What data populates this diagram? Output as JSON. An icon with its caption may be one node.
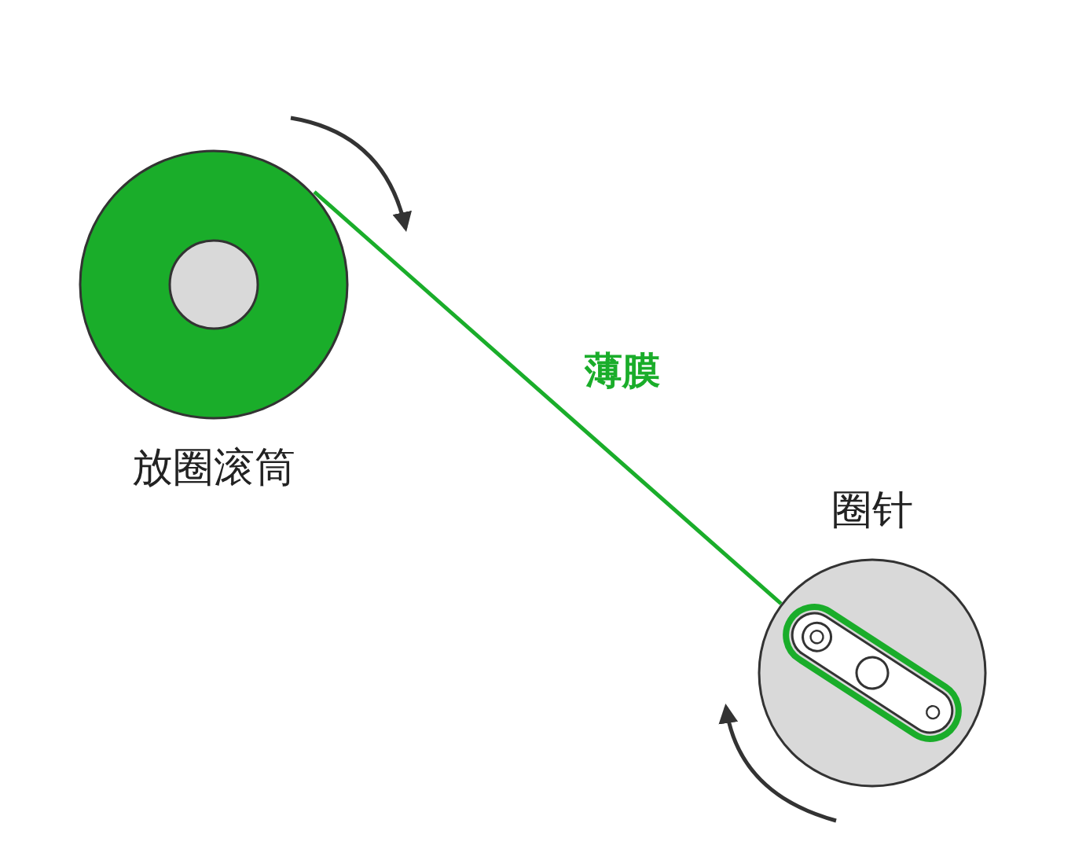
{
  "diagram": {
    "nodes": [
      {
        "text": [
          "放圈滚筒"
        ]
      },
      {
        "text": [
          "圈针"
        ]
      }
    ],
    "edges": [
      {
        "from": 0,
        "to": 1,
        "arrow": "none",
        "label": "薄膜",
        "color": "#1aad2a"
      }
    ]
  }
}
